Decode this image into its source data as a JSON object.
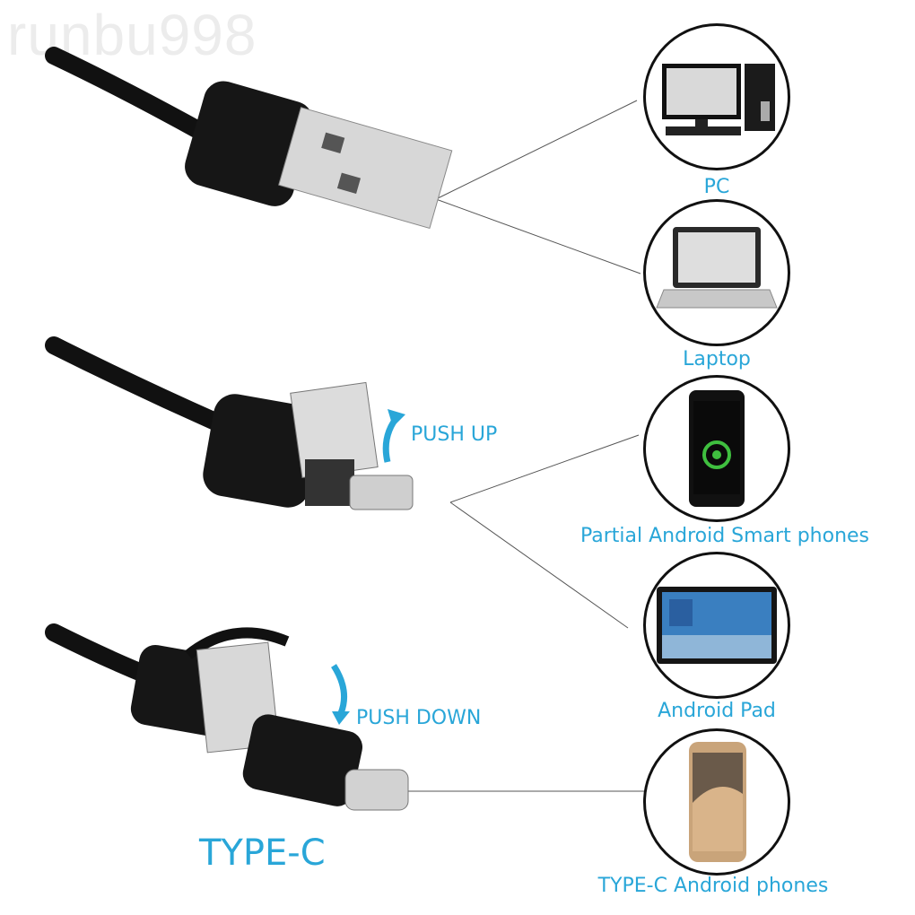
{
  "watermark": "runbu998",
  "accent_color": "#29a6d8",
  "connectors": [
    {
      "type": "usb-a",
      "action_label": ""
    },
    {
      "type": "micro-usb",
      "action_label": "PUSH UP"
    },
    {
      "type": "type-c",
      "action_label": "PUSH DOWN"
    }
  ],
  "type_c_title": "TYPE-C",
  "devices": [
    {
      "label": "PC",
      "icon": "desktop-pc-icon"
    },
    {
      "label": "Laptop",
      "icon": "laptop-icon"
    },
    {
      "label": "Partial Android Smart phones",
      "icon": "smartphone-icon"
    },
    {
      "label": "Android Pad",
      "icon": "tablet-icon"
    },
    {
      "label": "TYPE-C Android phones",
      "icon": "type-c-phone-icon"
    }
  ]
}
